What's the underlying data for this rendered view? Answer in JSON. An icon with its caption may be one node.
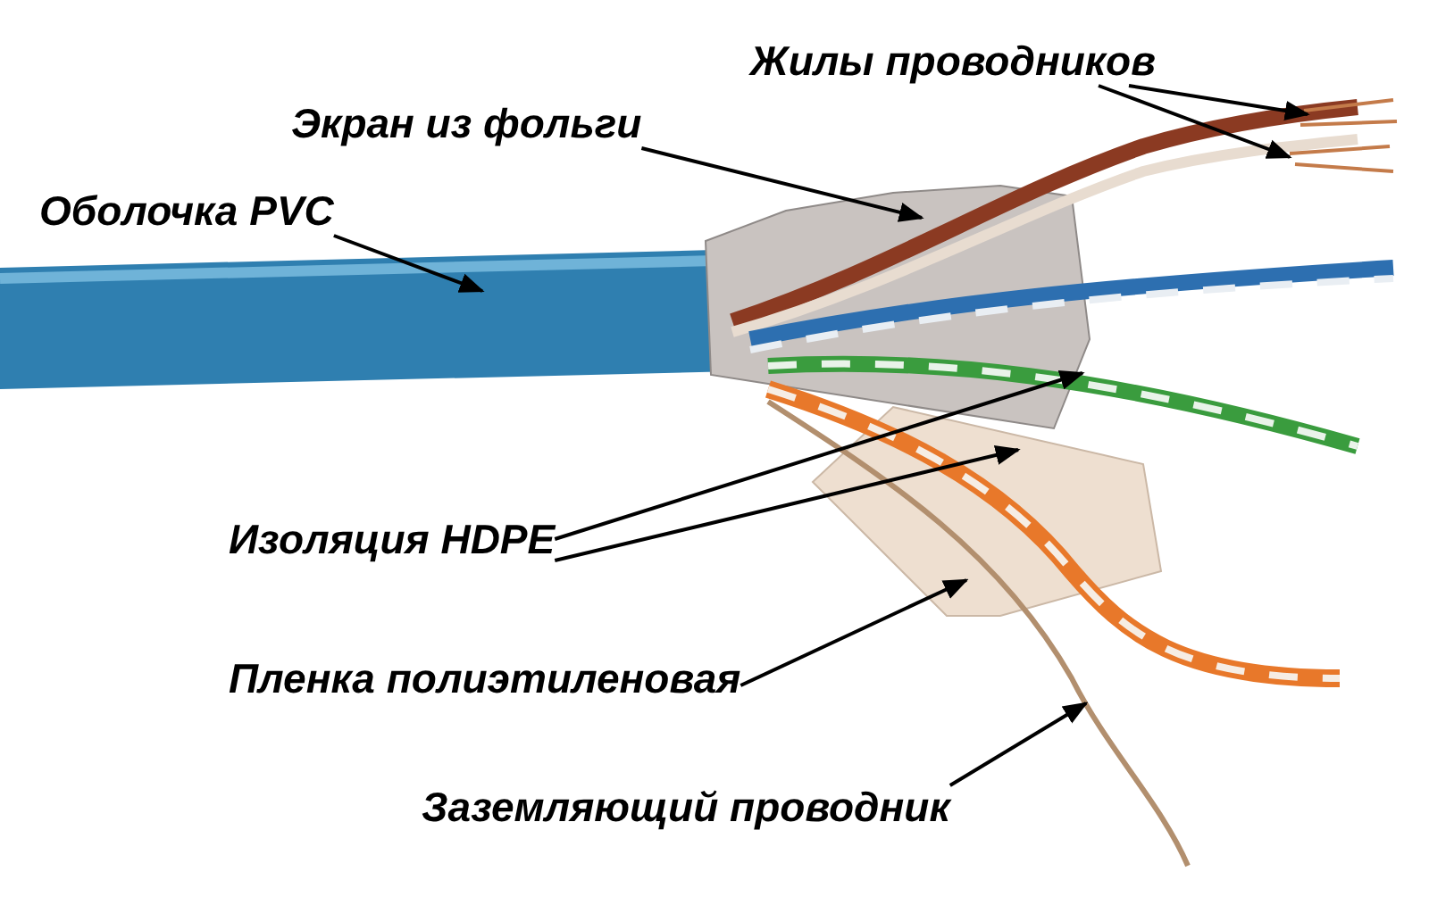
{
  "diagram": {
    "nodes": [
      {
        "text": [
          "Жилы проводников"
        ]
      },
      {
        "text": [
          "Экран из фольги"
        ]
      },
      {
        "text": [
          "Оболочка PVC"
        ]
      },
      {
        "text": [
          "Изоляция HDPE"
        ]
      },
      {
        "text": [
          "Пленка полиэтиленовая"
        ]
      },
      {
        "text": [
          "Заземляющий проводник"
        ]
      }
    ],
    "edges": [
      {
        "from": 0,
        "to": null,
        "arrow": "to"
      },
      {
        "from": 0,
        "to": null,
        "arrow": "to"
      },
      {
        "from": 1,
        "to": null,
        "arrow": "to"
      },
      {
        "from": 2,
        "to": null,
        "arrow": "to"
      },
      {
        "from": 3,
        "to": null,
        "arrow": "to"
      },
      {
        "from": 3,
        "to": null,
        "arrow": "to"
      },
      {
        "from": 4,
        "to": null,
        "arrow": "to"
      },
      {
        "from": 5,
        "to": null,
        "arrow": "to"
      }
    ]
  }
}
